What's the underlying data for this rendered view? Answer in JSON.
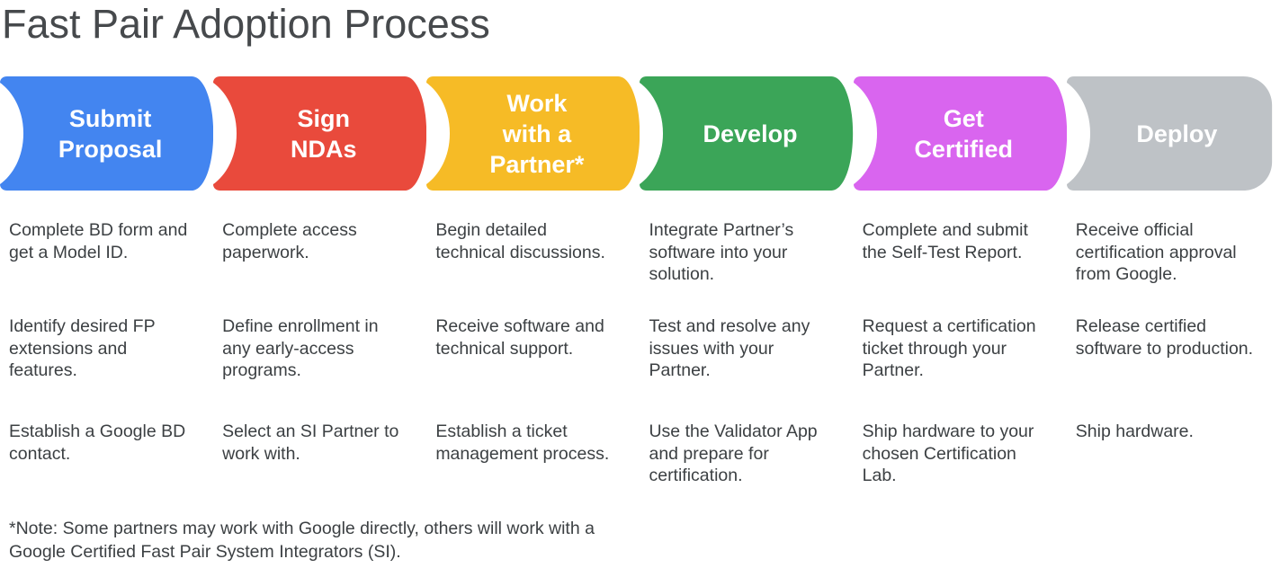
{
  "title": "Fast Pair Adoption Process",
  "colors": {
    "title_text": "#46494c",
    "body_text": "#3c4043",
    "stage_label_text": "#ffffff"
  },
  "stages": [
    {
      "label": "Submit\nProposal",
      "color": "#4385F0",
      "items": [
        "Complete BD form and get a Model ID.",
        "Identify desired FP extensions and features.",
        "Establish a Google BD contact."
      ]
    },
    {
      "label": "Sign\nNDAs",
      "color": "#E94A3C",
      "items": [
        "Complete access paperwork.",
        "Define enrollment in any early-access programs.",
        "Select an SI Partner to work with."
      ]
    },
    {
      "label": "Work\nwith a\nPartner*",
      "color": "#F6BB26",
      "items": [
        "Begin detailed technical discussions.",
        "Receive software and technical support.",
        "Establish a ticket management process."
      ]
    },
    {
      "label": "Develop",
      "color": "#3BA558",
      "items": [
        "Integrate Partner’s software into your solution.",
        "Test and resolve any issues with your Partner.",
        "Use the Validator App and prepare for certification."
      ]
    },
    {
      "label": "Get\nCertified",
      "color": "#D965EF",
      "items": [
        "Complete and submit the Self-Test Report.",
        "Request a certification ticket through your Partner.",
        "Ship hardware to your chosen Certification Lab."
      ]
    },
    {
      "label": "Deploy",
      "color": "#BEC2C6",
      "items": [
        "Receive official certification approval from Google.",
        "Release certified software to production.",
        "Ship hardware."
      ]
    }
  ],
  "footnote": "*Note: Some partners may work with Google directly, others will work with a Google Certified Fast Pair System Integrators (SI)."
}
